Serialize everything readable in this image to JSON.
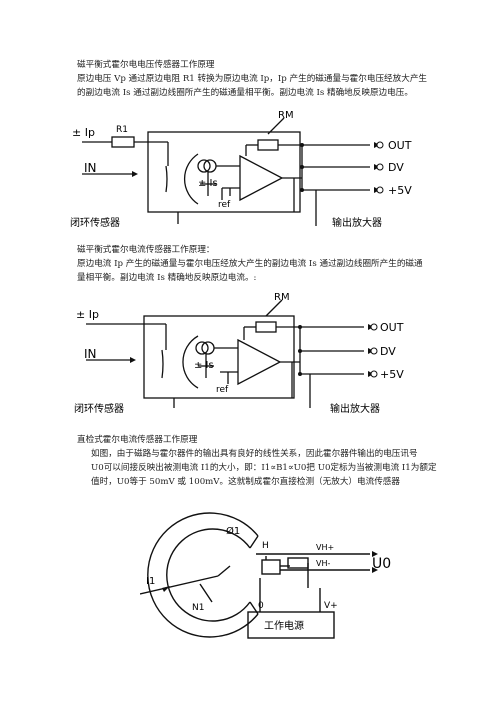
{
  "section1": {
    "title": "磁平衡式霍尔电电压传感器工作原理",
    "line1": "原边电压 Vp 通过原边电阻 R1 转换为原边电流 Ip，Ip 产生的磁通量与霍尔电压经放大产生",
    "line2": "的副边电流 Is 通过副边线圈所产生的磁通量相平衡。副边电流 Is 精确地反映原边电压。"
  },
  "diagram1": {
    "ip_label": "± Ip",
    "r1_label": "R1",
    "in_label": "IN",
    "rm_label": "RM",
    "is_label": "± Is",
    "ref_label": "ref",
    "out_label": "OUT",
    "dv_label": "DV",
    "pwr_label": "+5V",
    "left_caption": "闭环传感器",
    "right_caption": "输出放大器"
  },
  "section2": {
    "title": "磁平衡式霍尔电流传感器工作原理：",
    "line1": "原边电流 Ip 产生的磁通量与霍尔电压经放大产生的副边电流 Is 通过副边线圈所产生的磁通",
    "line2": "量相平衡。副边电流 Is 精确地反映原边电流。:"
  },
  "diagram2": {
    "ip_label": "± Ip",
    "in_label": "IN",
    "rm_label": "RM",
    "is_label": "± Is",
    "ref_label": "ref",
    "out_label": "OUT",
    "dv_label": "DV",
    "pwr_label": "+5V",
    "left_caption": "闭环传感器",
    "right_caption": "输出放大器"
  },
  "section3": {
    "title": "直检式霍尔电流传感器工作原理",
    "line1": "如图，由于磁路与霍尔器件的输出具有良好的线性关系，因此霍尔器件输出的电压讯号",
    "line2": "U0可以间接反映出被测电流 I1的大小，即：I1∝B1∝U0把 U0定标为当被测电流 I1为额定",
    "line3": "值时，U0等于 50mV 或 100mV。这就制成霍尔直接检测（无放大）电流传感器"
  },
  "diagram3": {
    "phi_label": "Ø1",
    "h_label": "H",
    "i1_label": "I1",
    "n1_label": "N1",
    "vh_plus": "VH+",
    "vh_minus": "VH-",
    "u0_label": "U0",
    "zero_label": "0",
    "vplus_label": "V+",
    "power_label": "工作电源"
  }
}
